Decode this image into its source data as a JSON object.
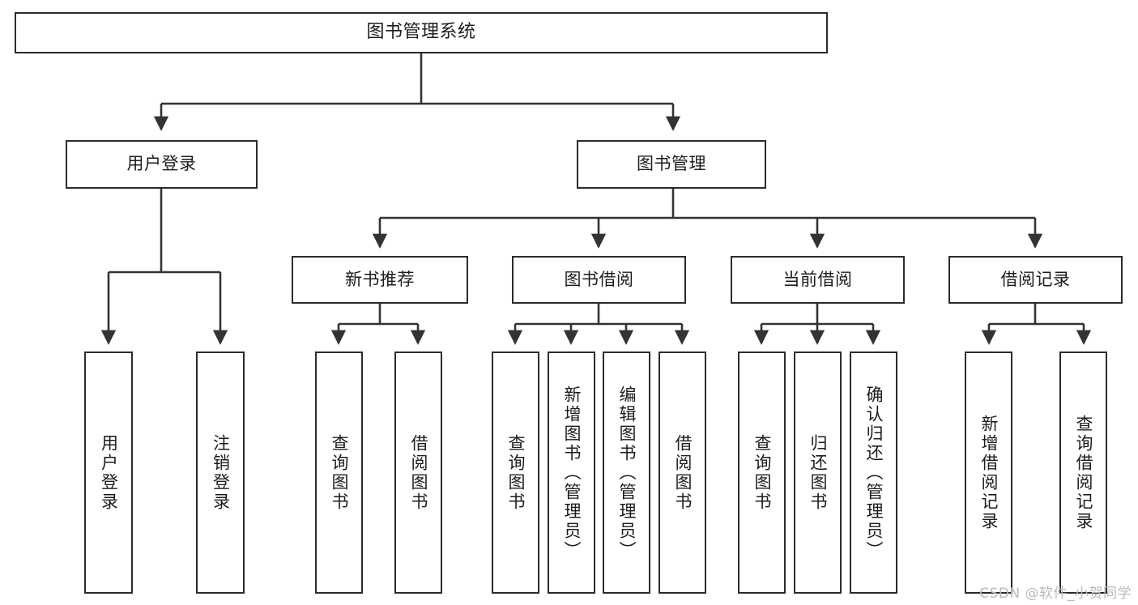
{
  "diagram": {
    "title": "图书管理系统",
    "type": "tree",
    "watermark": "CSDN @软件_小贺同学",
    "colors": {
      "box_border": "#2b2b2b",
      "box_fill": "#ffffff",
      "connector": "#333333",
      "text": "#1c1c1c",
      "watermark": "#b9b9b9"
    },
    "levels": [
      {
        "level": 1,
        "nodes": [
          {
            "id": "root",
            "label": "图书管理系统",
            "orientation": "horizontal"
          }
        ]
      },
      {
        "level": 2,
        "nodes": [
          {
            "id": "l2-user-login",
            "label": "用户登录",
            "orientation": "horizontal"
          },
          {
            "id": "l2-book-manage",
            "label": "图书管理",
            "orientation": "horizontal"
          }
        ]
      },
      {
        "level": 3,
        "nodes": [
          {
            "id": "l3-new-book",
            "label": "新书推荐",
            "orientation": "horizontal"
          },
          {
            "id": "l3-borrow",
            "label": "图书借阅",
            "orientation": "horizontal"
          },
          {
            "id": "l3-current",
            "label": "当前借阅",
            "orientation": "horizontal"
          },
          {
            "id": "l3-record",
            "label": "借阅记录",
            "orientation": "horizontal"
          }
        ]
      },
      {
        "level": 4,
        "nodes": [
          {
            "id": "l4-user-login",
            "label": "用户登录",
            "orientation": "vertical"
          },
          {
            "id": "l4-logout",
            "label": "注销登录",
            "orientation": "vertical"
          },
          {
            "id": "l4-query-book-1",
            "label": "查询图书",
            "orientation": "vertical"
          },
          {
            "id": "l4-borrow-book-1",
            "label": "借阅图书",
            "orientation": "vertical"
          },
          {
            "id": "l4-query-book-2",
            "label": "查询图书",
            "orientation": "vertical"
          },
          {
            "id": "l4-add-book",
            "label": "新增图书（管理员）",
            "orientation": "vertical"
          },
          {
            "id": "l4-edit-book",
            "label": "编辑图书（管理员）",
            "orientation": "vertical"
          },
          {
            "id": "l4-borrow-book-2",
            "label": "借阅图书",
            "orientation": "vertical"
          },
          {
            "id": "l4-query-book-3",
            "label": "查询图书",
            "orientation": "vertical"
          },
          {
            "id": "l4-return-book",
            "label": "归还图书",
            "orientation": "vertical"
          },
          {
            "id": "l4-confirm-return",
            "label": "确认归还（管理员）",
            "orientation": "vertical"
          },
          {
            "id": "l4-add-record",
            "label": "新增借阅记录",
            "orientation": "vertical"
          },
          {
            "id": "l4-query-record",
            "label": "查询借阅记录",
            "orientation": "vertical"
          }
        ]
      }
    ],
    "edges": [
      {
        "from": "root",
        "to": "l2-user-login"
      },
      {
        "from": "root",
        "to": "l2-book-manage"
      },
      {
        "from": "l2-user-login",
        "to": "l4-user-login"
      },
      {
        "from": "l2-user-login",
        "to": "l4-logout"
      },
      {
        "from": "l2-book-manage",
        "to": "l3-new-book"
      },
      {
        "from": "l2-book-manage",
        "to": "l3-borrow"
      },
      {
        "from": "l2-book-manage",
        "to": "l3-current"
      },
      {
        "from": "l2-book-manage",
        "to": "l3-record"
      },
      {
        "from": "l3-new-book",
        "to": "l4-query-book-1"
      },
      {
        "from": "l3-new-book",
        "to": "l4-borrow-book-1"
      },
      {
        "from": "l3-borrow",
        "to": "l4-query-book-2"
      },
      {
        "from": "l3-borrow",
        "to": "l4-add-book"
      },
      {
        "from": "l3-borrow",
        "to": "l4-edit-book"
      },
      {
        "from": "l3-borrow",
        "to": "l4-borrow-book-2"
      },
      {
        "from": "l3-current",
        "to": "l4-query-book-3"
      },
      {
        "from": "l3-current",
        "to": "l4-return-book"
      },
      {
        "from": "l3-current",
        "to": "l4-confirm-return"
      },
      {
        "from": "l3-record",
        "to": "l4-add-record"
      },
      {
        "from": "l3-record",
        "to": "l4-query-record"
      }
    ]
  }
}
